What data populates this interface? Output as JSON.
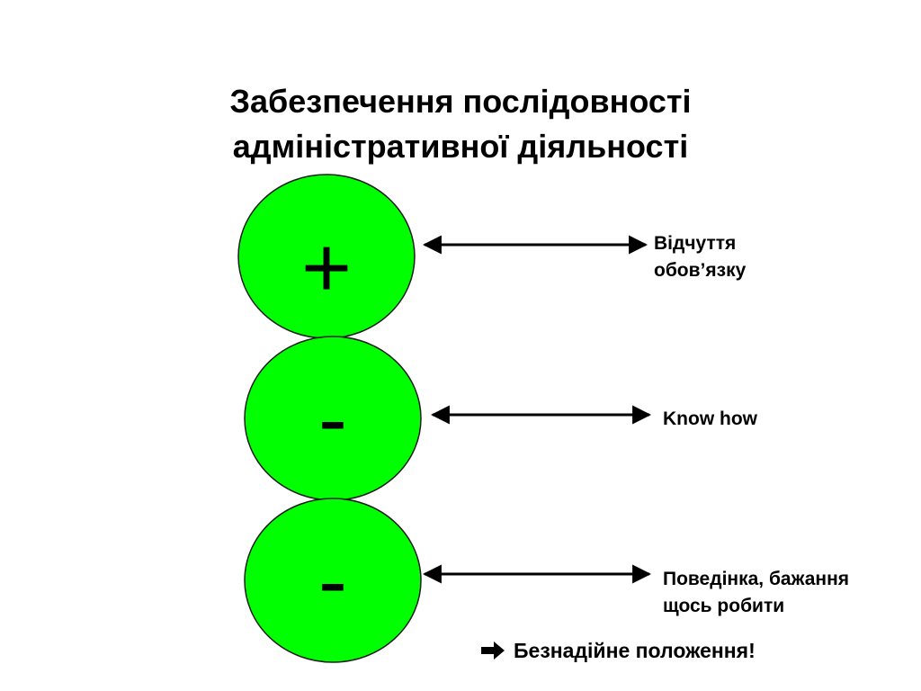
{
  "title": {
    "line1": "Забезпечення послідовності",
    "line2": "адміністративної діяльності"
  },
  "rows": [
    {
      "sign": "+",
      "label_lines": [
        "Відчуття",
        "обов’язку"
      ]
    },
    {
      "sign": "-",
      "label_lines": [
        "Know how"
      ]
    },
    {
      "sign": "-",
      "label_lines": [
        "Поведінка, бажання",
        "щось робити"
      ]
    }
  ],
  "conclusion": {
    "icon": "right-arrow-icon",
    "text": "Безнадійне положення!"
  },
  "colors": {
    "circle_fill": "#00ff00",
    "circle_stroke": "#1a1a1a",
    "arrow": "#000000",
    "text": "#000000"
  }
}
